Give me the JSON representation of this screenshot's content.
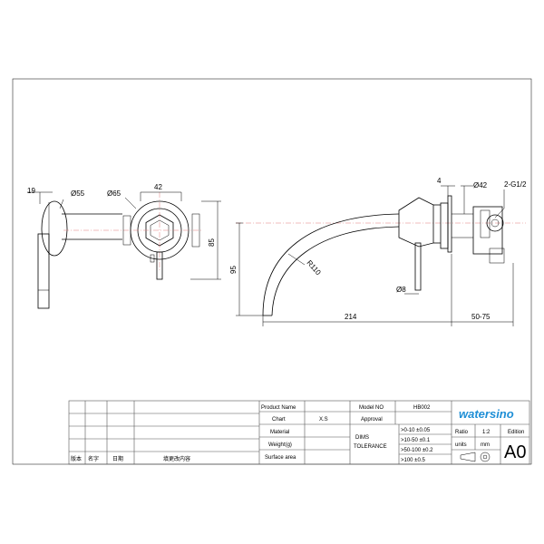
{
  "dimensions": {
    "d19": "19",
    "d55": "Ø55",
    "d65": "Ø65",
    "d42": "42",
    "d85": "85",
    "d95": "95",
    "r110": "R110",
    "d8": "Ø8",
    "d214": "214",
    "d50_75": "50-75",
    "d4": "4",
    "d42b": "Ø42",
    "g12": "2-G1/2"
  },
  "title_block": {
    "product_name_label": "Product Name",
    "model_no_label": "Model NO",
    "model_no_value": "HB002",
    "chart_label": "Chart",
    "chart_value": "X.S",
    "approval_label": "Approval",
    "material_label": "Material",
    "weight_label": "Weight(g)",
    "surface_label": "Surface area",
    "dims_tolerance_label_1": "DIMS",
    "dims_tolerance_label_2": "TOLERANCE",
    "tolerances": [
      ">0-10  ±0.05",
      ">10-50  ±0.1",
      ">50-100  ±0.2",
      ">100  ±0.5"
    ],
    "ratio_label": "Ratio",
    "ratio_value": "1:2",
    "edition_label": "Edition",
    "units_label": "units",
    "units_value": "mm",
    "edition_value": "A0",
    "brand": "watersino",
    "rev_col_version": "版本",
    "rev_col_name": "名字",
    "rev_col_date": "日期",
    "rev_col_content": "填更改内容"
  },
  "colors": {
    "brand_blue": "#1f8fd6",
    "centerline": "#e07a7a",
    "line": "#000000"
  }
}
